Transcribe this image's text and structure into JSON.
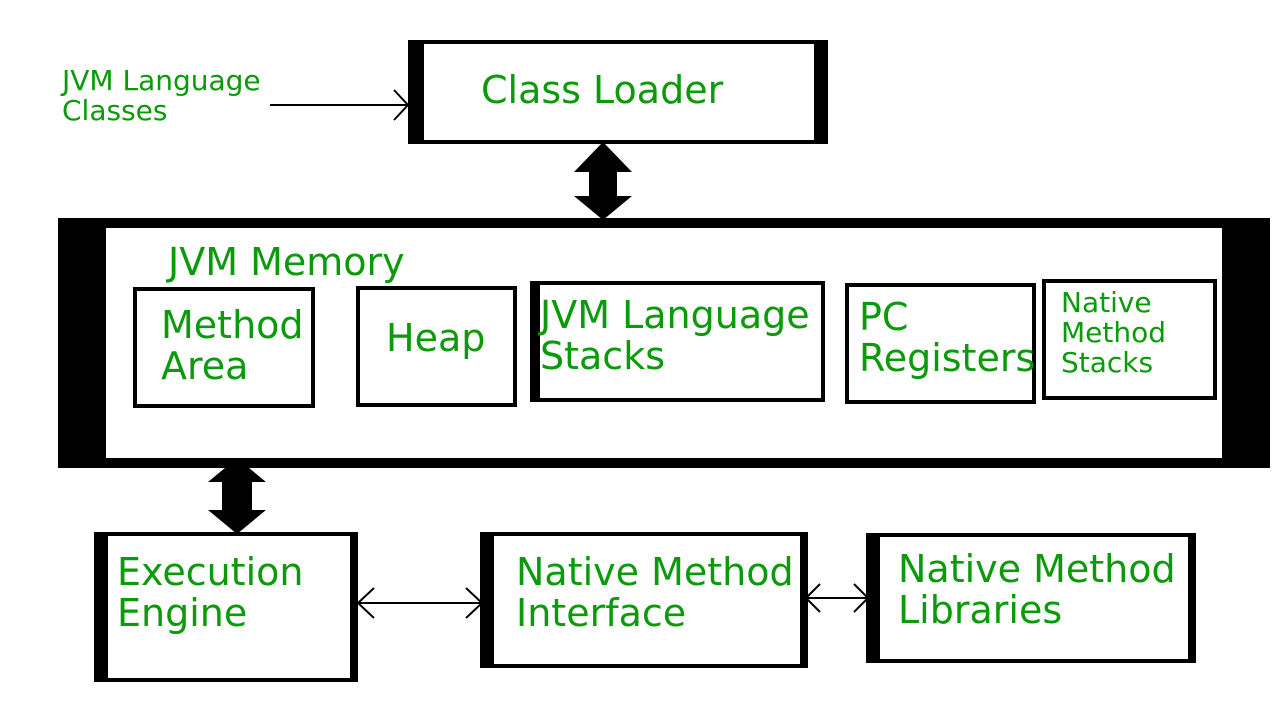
{
  "diagram": {
    "input_label": "JVM Language\nClasses",
    "class_loader": "Class Loader",
    "jvm_memory": {
      "title": "JVM Memory",
      "areas": [
        "Method\nArea",
        "Heap",
        "JVM Language\nStacks",
        "PC\nRegisters",
        "Native\nMethod\nStacks"
      ]
    },
    "execution_engine": "Execution\nEngine",
    "native_method_interface": "Native Method\nInterface",
    "native_method_libraries": "Native Method\nLibraries"
  },
  "colors": {
    "text": "#0a9a0a",
    "border": "#000000",
    "background": "#ffffff"
  }
}
